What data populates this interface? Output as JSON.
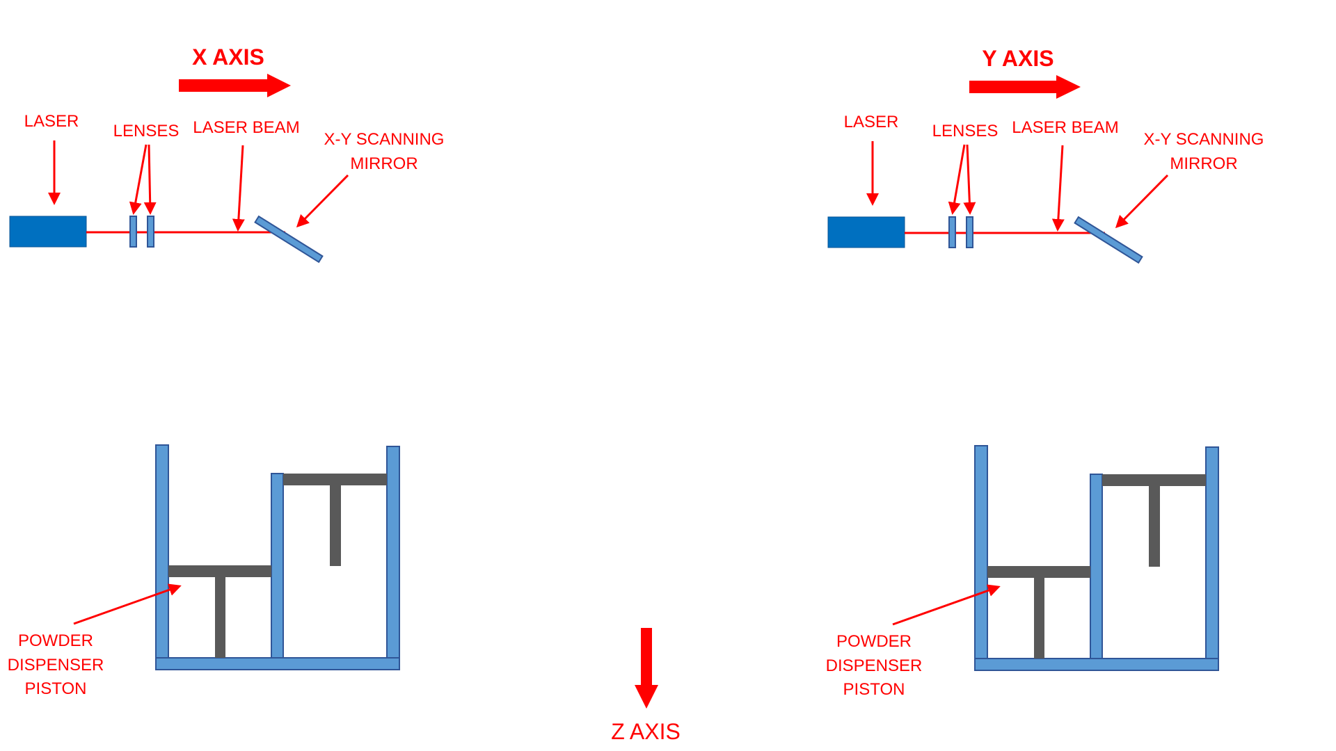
{
  "colors": {
    "label": "#ff0000",
    "laser": "#0070c0",
    "optic": "#5b9bd5",
    "optic_border": "#2f5597",
    "piston": "#595959"
  },
  "left_panel": {
    "axis_title": "X AXIS",
    "laser_label": "LASER",
    "lenses_label": "LENSES",
    "beam_label": "LASER BEAM",
    "mirror_label": [
      "X-Y SCANNING",
      "MIRROR"
    ],
    "piston_label": [
      "POWDER",
      "DISPENSER",
      "PISTON"
    ]
  },
  "right_panel": {
    "axis_title": "Y AXIS",
    "laser_label": "LASER",
    "lenses_label": "LENSES",
    "beam_label": "LASER BEAM",
    "mirror_label": [
      "X-Y SCANNING",
      "MIRROR"
    ],
    "piston_label": [
      "POWDER",
      "DISPENSER",
      "PISTON"
    ]
  },
  "z_axis_label": "Z AXIS"
}
